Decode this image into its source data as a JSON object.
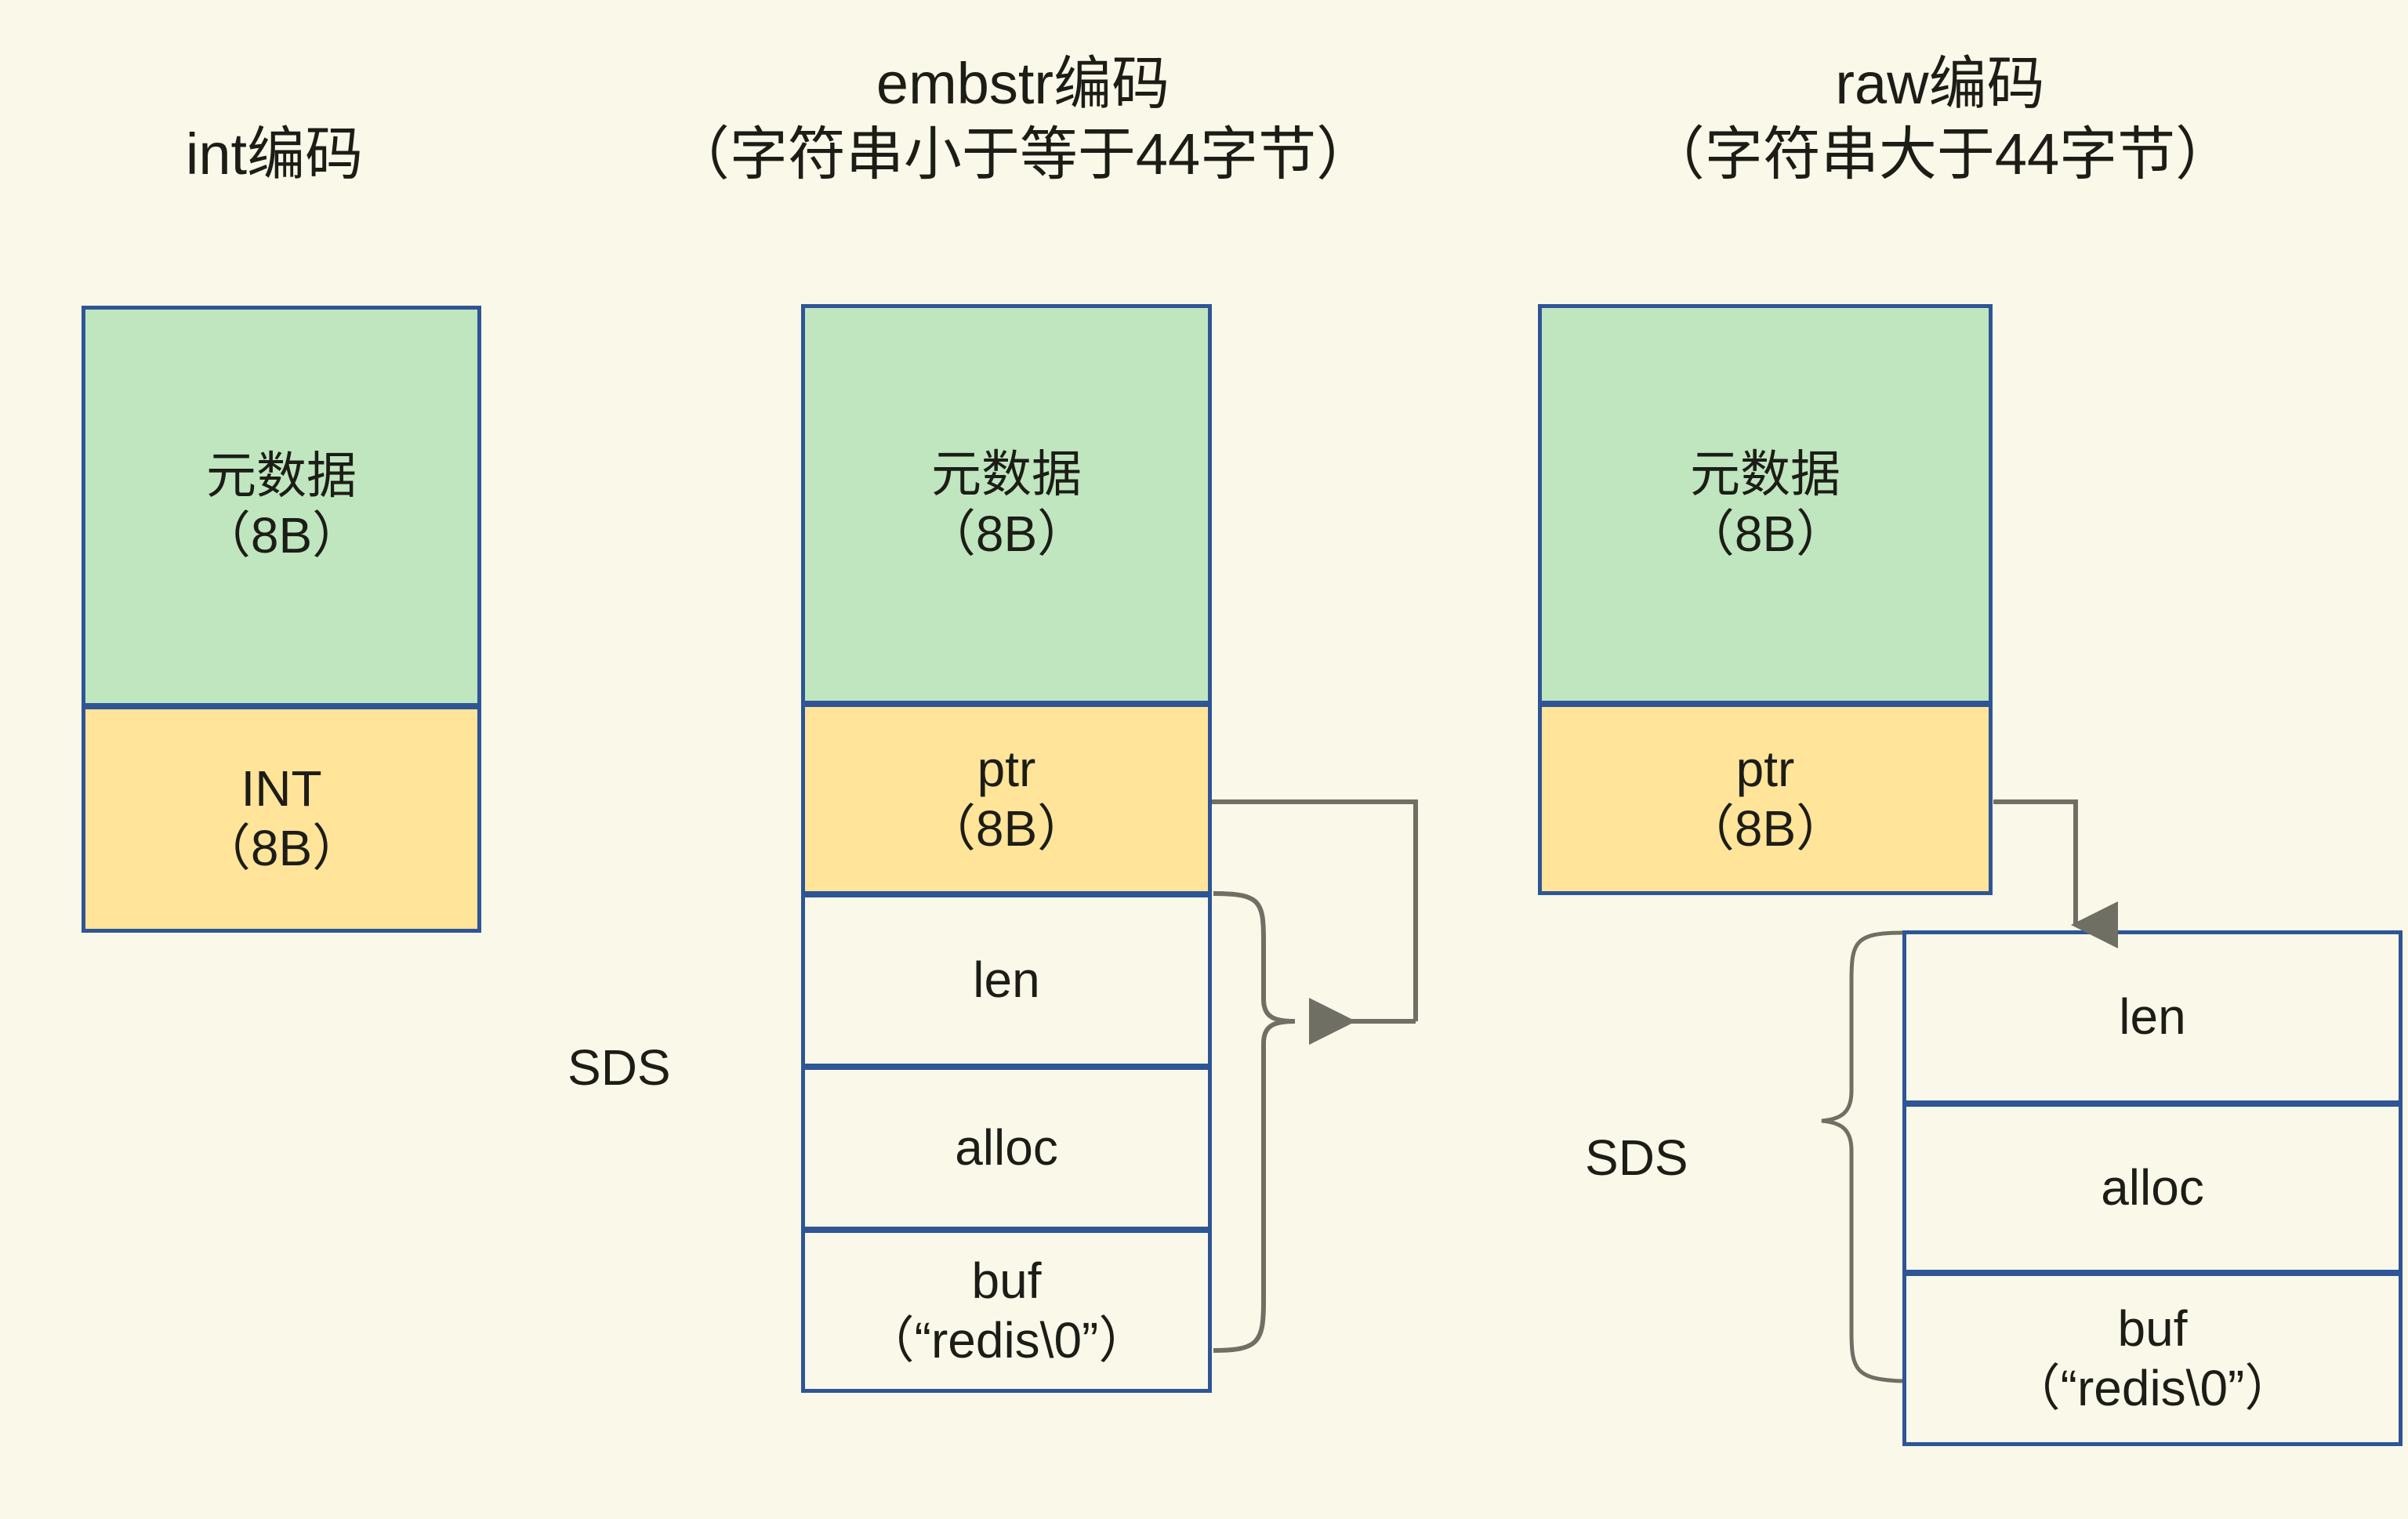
{
  "diagram": {
    "background_color": "#faf8e8",
    "border_color": "#2e5596",
    "meta_fill": "#bfe6bf",
    "ptr_fill": "#ffe49a",
    "connector_color": "#6f6f64",
    "columns": [
      {
        "id": "int",
        "title": "int编码",
        "subtitle": "",
        "blocks": [
          {
            "name": "metadata",
            "label": "元数据\n（8B）",
            "fill": "meta"
          },
          {
            "name": "int-value",
            "label": "INT\n（8B）",
            "fill": "ptr"
          }
        ]
      },
      {
        "id": "embstr",
        "title": "embstr编码",
        "subtitle": "（字符串小于等于44字节）",
        "sds_label": "SDS",
        "blocks": [
          {
            "name": "metadata",
            "label": "元数据\n（8B）",
            "fill": "meta"
          },
          {
            "name": "ptr",
            "label": "ptr\n（8B）",
            "fill": "ptr"
          },
          {
            "name": "len",
            "label": "len",
            "fill": "plain"
          },
          {
            "name": "alloc",
            "label": "alloc",
            "fill": "plain"
          },
          {
            "name": "buf",
            "label": "buf\n（“redis\\0”）",
            "fill": "plain"
          }
        ]
      },
      {
        "id": "raw",
        "title": "raw编码",
        "subtitle": "（字符串大于44字节）",
        "sds_label": "SDS",
        "blocks": [
          {
            "name": "metadata",
            "label": "元数据\n（8B）",
            "fill": "meta"
          },
          {
            "name": "ptr",
            "label": "ptr\n（8B）",
            "fill": "ptr"
          }
        ],
        "sds_blocks": [
          {
            "name": "len",
            "label": "len",
            "fill": "plain"
          },
          {
            "name": "alloc",
            "label": "alloc",
            "fill": "plain"
          },
          {
            "name": "buf",
            "label": "buf\n（“redis\\0”）",
            "fill": "plain"
          }
        ]
      }
    ]
  },
  "titles": {
    "int": "int编码",
    "embstr_line1": "embstr编码",
    "embstr_line2": "（字符串小于等于44字节）",
    "raw_line1": "raw编码",
    "raw_line2": "（字符串大于44字节）",
    "embstr": "embstr编码\n（字符串小于等于44字节）",
    "raw": "raw编码\n（字符串大于44字节）"
  },
  "labels": {
    "metadata": "元数据\n（8B）",
    "int_value": "INT\n（8B）",
    "ptr": "ptr\n（8B）",
    "len": "len",
    "alloc": "alloc",
    "buf": "buf\n（“redis\\0”）",
    "sds": "SDS"
  }
}
